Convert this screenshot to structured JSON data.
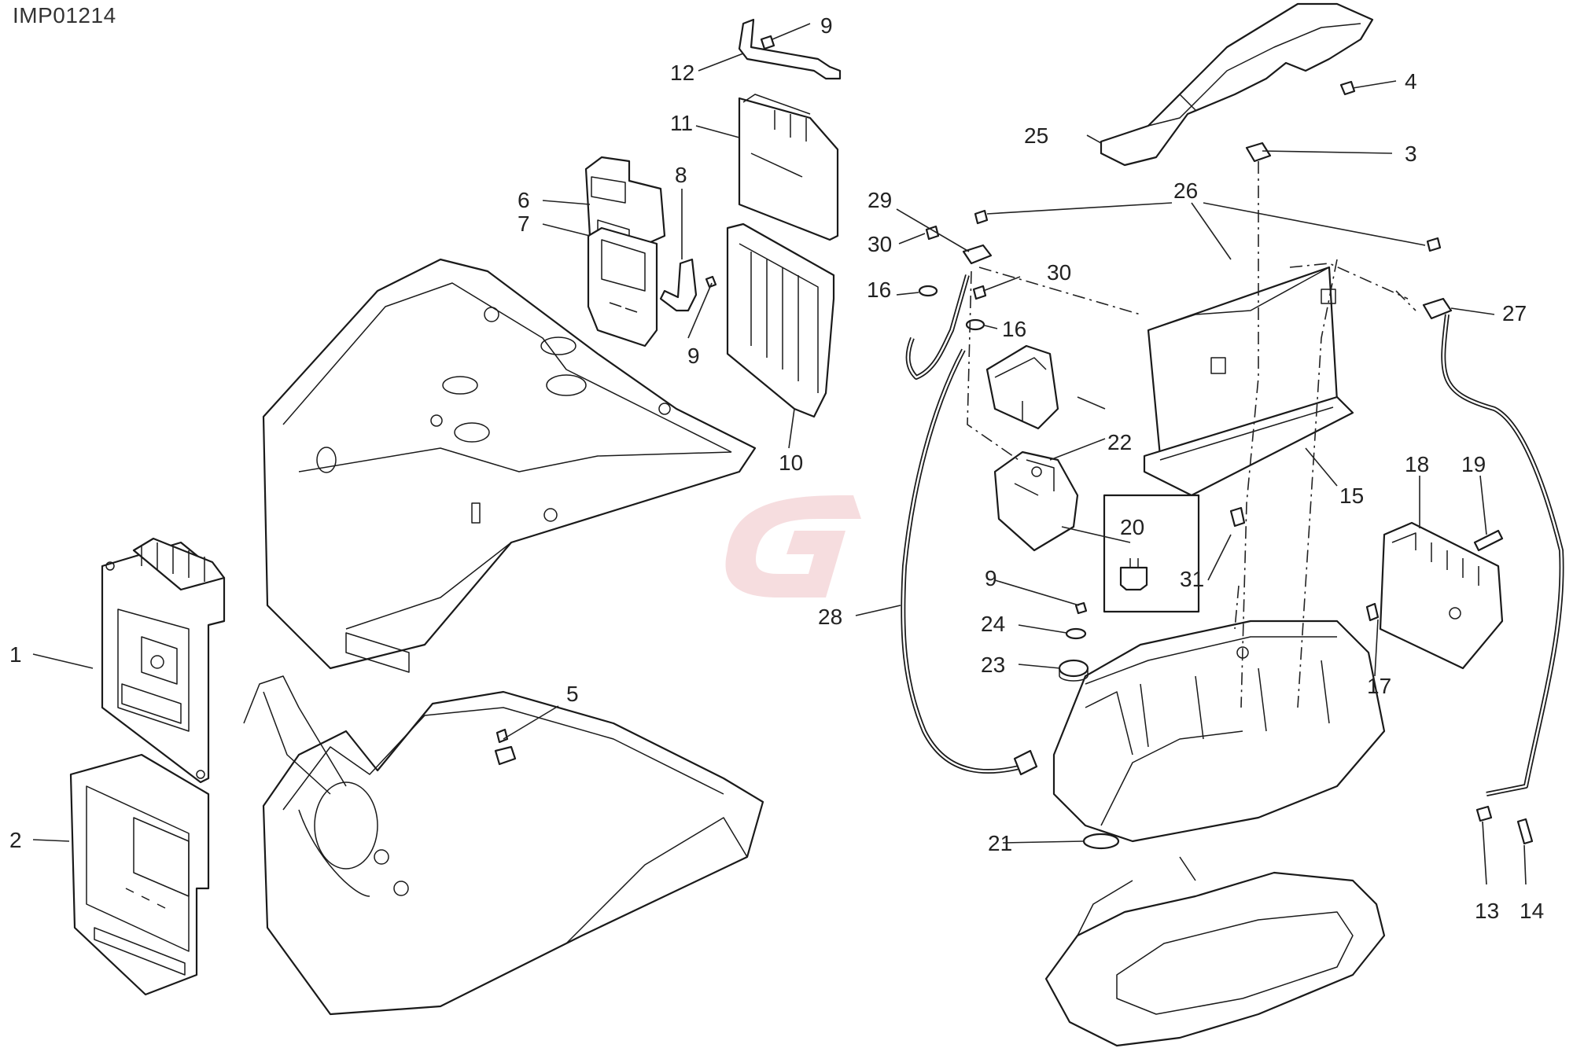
{
  "header": {
    "reference_id": "IMP01214"
  },
  "callouts": [
    {
      "id": "c1",
      "label": "1"
    },
    {
      "id": "c2",
      "label": "2"
    },
    {
      "id": "c3",
      "label": "3"
    },
    {
      "id": "c4",
      "label": "4"
    },
    {
      "id": "c5",
      "label": "5"
    },
    {
      "id": "c6",
      "label": "6"
    },
    {
      "id": "c7",
      "label": "7"
    },
    {
      "id": "c8",
      "label": "8"
    },
    {
      "id": "c9a",
      "label": "9"
    },
    {
      "id": "c9b",
      "label": "9"
    },
    {
      "id": "c9c",
      "label": "9"
    },
    {
      "id": "c10",
      "label": "10"
    },
    {
      "id": "c11",
      "label": "11"
    },
    {
      "id": "c12",
      "label": "12"
    },
    {
      "id": "c13",
      "label": "13"
    },
    {
      "id": "c14",
      "label": "14"
    },
    {
      "id": "c15",
      "label": "15"
    },
    {
      "id": "c16a",
      "label": "16"
    },
    {
      "id": "c16b",
      "label": "16"
    },
    {
      "id": "c17",
      "label": "17"
    },
    {
      "id": "c18",
      "label": "18"
    },
    {
      "id": "c19",
      "label": "19"
    },
    {
      "id": "c20",
      "label": "20"
    },
    {
      "id": "c21",
      "label": "21"
    },
    {
      "id": "c22",
      "label": "22"
    },
    {
      "id": "c23",
      "label": "23"
    },
    {
      "id": "c24",
      "label": "24"
    },
    {
      "id": "c25",
      "label": "25"
    },
    {
      "id": "c26",
      "label": "26"
    },
    {
      "id": "c27",
      "label": "27"
    },
    {
      "id": "c28",
      "label": "28"
    },
    {
      "id": "c29",
      "label": "29"
    },
    {
      "id": "c30a",
      "label": "30"
    },
    {
      "id": "c30b",
      "label": "30"
    },
    {
      "id": "c31",
      "label": "31"
    }
  ],
  "watermark": {
    "glyph": "G",
    "color": "#f3d2d4"
  }
}
